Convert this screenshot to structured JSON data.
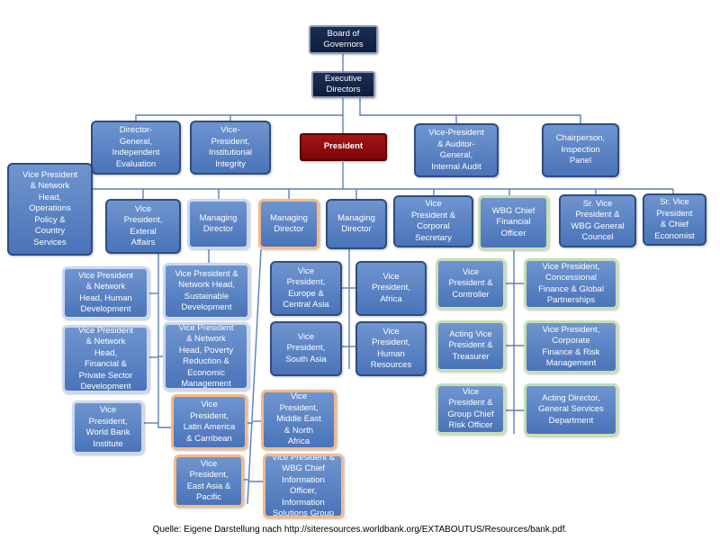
{
  "board": "Board of\nGovernors",
  "executive": "Executive\nDirectors",
  "president": "President",
  "dg_evaluation": "Director-\nGeneral,\nIndependent\nEvaluation",
  "vp_integrity": "Vice-\nPresident,\nInstitutional\nIntegrity",
  "vp_auditor": "Vice-President\n& Auditor-\nGeneral,\nInternal Audit",
  "inspection": "Chairperson,\nInspection\nPanel",
  "vp_operations": "Vice President\n& Network\nHead,\nOperations\nPolicy &\nCountry\nServices",
  "vp_external": "Vice\nPresident,\nExteral\nAffairs",
  "md1": "Managing\nDirector",
  "md2": "Managing\nDirector",
  "md3": "Managing\nDirector",
  "vp_secretary": "Vice\nPresident &\nCorporal\nSecretary",
  "cfo": "WBG Chief\nFinancial\nOfficer",
  "svp_counsel": "Sr. Vice\nPresident &\nWBG General\nCouncel",
  "svp_economist": "Sr. Vice\nPresident\n& Chief\nEconomist",
  "vp_human_dev": "Vice President\n& Network\nHead, Human\nDevelopment",
  "vp_sustainable": "Vice President &\nNetwork Head,\nSustainable\nDevelopment",
  "vp_financial": "Vice President\n& Network\nHead,\nFinancial &\nPrivate Sector\nDevelopment",
  "vp_poverty": "Vice President\n& Network\nHead, Poverty\nReduction &\nEconomic\nManagement",
  "vp_wbi": "Vice\nPresident,\nWorld Bank\nInstitute",
  "vp_europe": "Vice\nPresident,\nEurope &\nCentral Asia",
  "vp_africa": "Vice\nPresident,\nAfrica",
  "vp_south_asia": "Vice\nPresident,\nSouth Asia",
  "vp_hr": "Vice\nPresident,\nHuman\nResources",
  "vp_latin": "Vice\nPresident,\nLatin America\n& Carribean",
  "vp_middle_east": "Vice\nPresident,\nMiddle East\n& North\nAfrica",
  "vp_east_asia": "Vice\nPresident,\nEast Asia &\nPacific",
  "vp_cio": "Vice President &\nWBG Chief\nInformation Officer,\nInformation\nSolutions Group",
  "vp_controller": "Vice\nPresident &\nController",
  "vp_treasurer": "Acting Vice\nPresident &\nTreasurer",
  "vp_risk": "Vice\nPresident &\nGroup Chief\nRisk Officer",
  "vp_concessional": "Vice President,\nConcessional\nFinance & Global\nPartnerships",
  "vp_corporate_finance": "Vice President,\nCorporate\nFinance & Risk\nManagement",
  "dir_general_services": "Acting Director,\nGeneral Services\nDepartment",
  "caption": "Quelle: Eigene Darstellung nach http://siteresources.worldbank.org/EXTABOUTUS/Resources/bank.pdf."
}
